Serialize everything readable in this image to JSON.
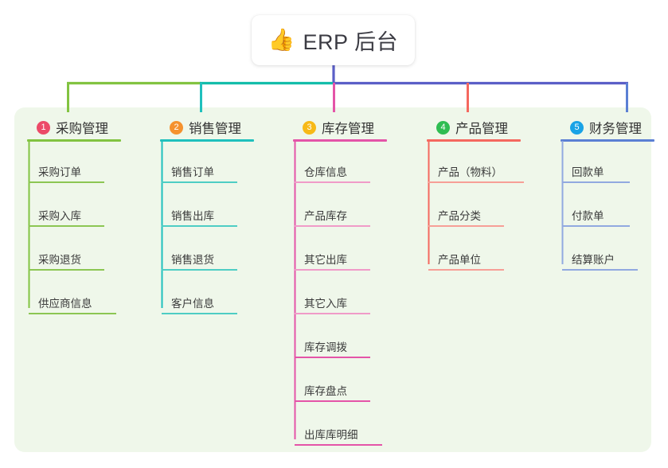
{
  "root": {
    "icon": "thumbs-up-icon",
    "emoji": "👍",
    "title": "ERP 后台"
  },
  "theme": {
    "panel_bg": "#eff7ea",
    "page_bg": "#ffffff",
    "root_line": "#5b5fc7",
    "trunk_left": "#82c341",
    "trunk_mid": "#14bdaa",
    "trunk_right": "#5b5fc7",
    "text": "#3a3a3a"
  },
  "columns": [
    {
      "index": "1",
      "title": "采购管理",
      "badge_color": "#ec4a68",
      "line_color": "#82c341",
      "items": [
        "采购订单",
        "采购入库",
        "采购退货",
        "供应商信息"
      ]
    },
    {
      "index": "2",
      "title": "销售管理",
      "badge_color": "#f5922e",
      "line_color": "#1fc0bd",
      "items": [
        "销售订单",
        "销售出库",
        "销售退货",
        "客户信息"
      ]
    },
    {
      "index": "3",
      "title": "库存管理",
      "badge_color": "#f7b917",
      "line_color": "#e454a8",
      "items": [
        "仓库信息",
        "产品库存",
        "其它出库",
        "其它入库",
        "库存调拨",
        "库存盘点",
        "出库库明细"
      ]
    },
    {
      "index": "4",
      "title": "产品管理",
      "badge_color": "#2fbd52",
      "line_color": "#f5685f",
      "items": [
        "产品（物料）",
        "产品分类",
        "产品单位"
      ]
    },
    {
      "index": "5",
      "title": "财务管理",
      "badge_color": "#19a3e6",
      "line_color": "#5b7fd4",
      "items": [
        "回款单",
        "付款单",
        "结算账户"
      ]
    }
  ]
}
